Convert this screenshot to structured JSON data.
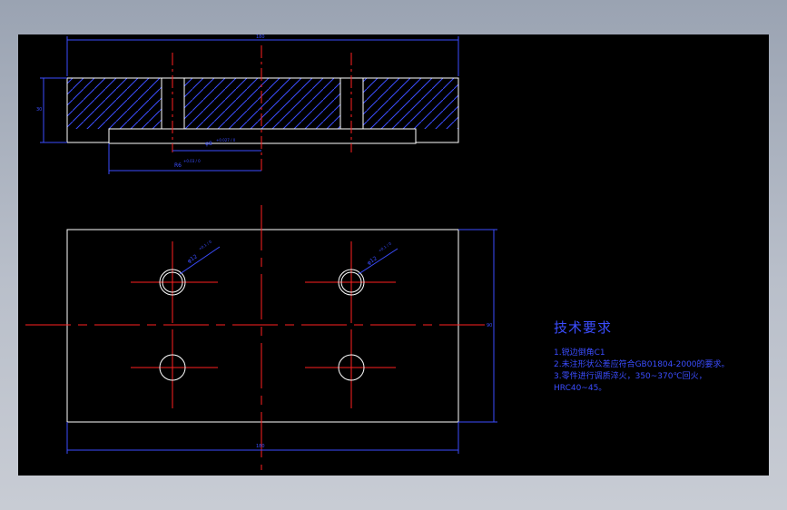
{
  "drawing": {
    "top_view": {
      "overall_dim": "180",
      "height_dim": "30",
      "bore_dim": "φ8",
      "bore_tol": "+0.027 / 0",
      "offset_dim": "R6",
      "offset_tol": "+0.03 / 0"
    },
    "plan_view": {
      "hole_callout_left": "φ12",
      "hole_callout_left_tol": "+0.1 / 0",
      "hole_callout_right": "φ12",
      "hole_callout_right_tol": "+0.1 / 0",
      "width_dim": "180",
      "height_dim": "90"
    }
  },
  "technical_requirements": {
    "title": "技术要求",
    "items": [
      "1.锐边倒角C1",
      "2.未注形状公差应符合GB01804-2000的要求。",
      "3.零件进行调质淬火，350~370℃回火，",
      "HRC40~45。"
    ]
  },
  "colors": {
    "background": "#000000",
    "outline": "#ffffff",
    "hatch": "#3b4dff",
    "center_line": "#ff2020",
    "dimension": "#3b4dff",
    "text": "#3b4dff"
  }
}
